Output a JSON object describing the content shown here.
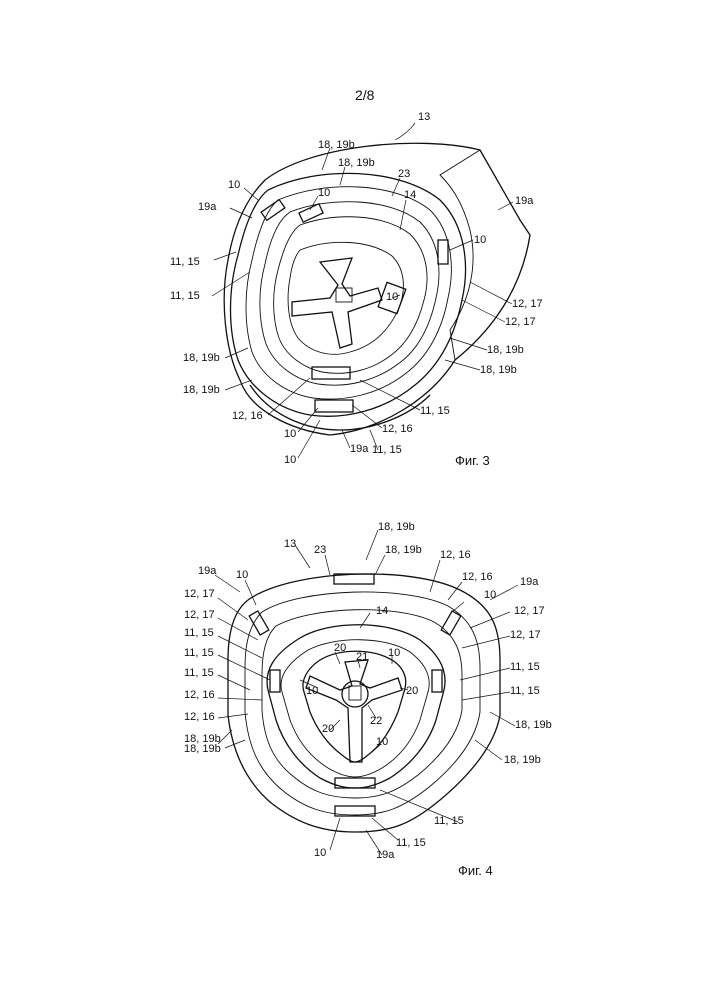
{
  "page_number": "2/8",
  "fig3": {
    "caption": "Фиг. 3",
    "labels": [
      "13",
      "18, 19b",
      "18, 19b",
      "23",
      "14",
      "10",
      "10",
      "19a",
      "19a",
      "10",
      "11, 15",
      "11, 15",
      "10",
      "12, 17",
      "12, 17",
      "18, 19b",
      "18, 19b",
      "18, 19b",
      "18, 19b",
      "12, 16",
      "11, 15",
      "12, 16",
      "10",
      "10",
      "19a",
      "11, 15"
    ]
  },
  "fig4": {
    "caption": "Фиг. 4",
    "labels": [
      "18, 19b",
      "13",
      "23",
      "18, 19b",
      "12, 16",
      "19a",
      "10",
      "12, 16",
      "19a",
      "12, 17",
      "10",
      "12, 17",
      "12, 17",
      "14",
      "12, 17",
      "11, 15",
      "20",
      "21",
      "10",
      "11, 15",
      "11, 15",
      "11, 15",
      "12, 16",
      "10",
      "20",
      "11, 15",
      "12, 16",
      "22",
      "18, 19b",
      "20",
      "18, 19b",
      "10",
      "18, 19b",
      "18, 19b",
      "11, 15",
      "11, 15",
      "10",
      "19a"
    ]
  }
}
